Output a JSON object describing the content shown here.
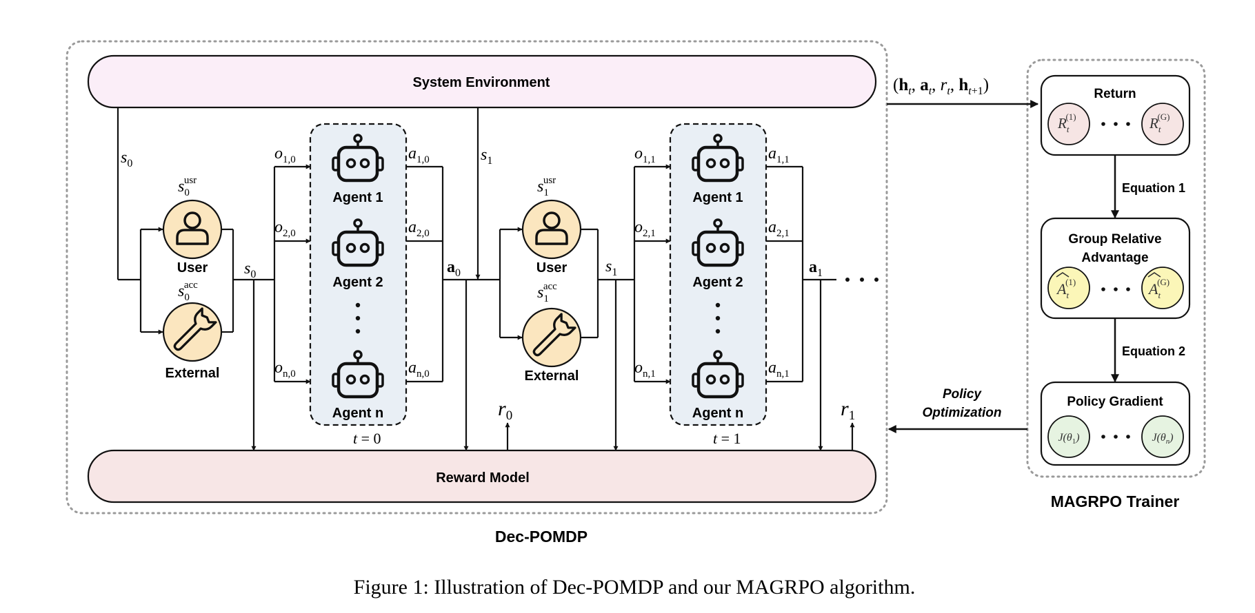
{
  "labels": {
    "system_environment": "System Environment",
    "reward_model": "Reward Model",
    "dec_pomdp": "Dec-POMDP",
    "trainer_title": "MAGRPO Trainer",
    "return_title": "Return",
    "group_adv_line1": "Group Relative",
    "group_adv_line2": "Advantage",
    "policy_gradient_title": "Policy Gradient",
    "equation1": "Equation 1",
    "equation2": "Equation 2",
    "policy_opt_line1": "Policy",
    "policy_opt_line2": "Optimization",
    "user": "User",
    "external": "External",
    "agent_1": "Agent 1",
    "agent_2": "Agent 2",
    "agent_n": "Agent n",
    "ellipsis": "· · ·",
    "caption": "Figure 1: Illustration of Dec-POMDP and our MAGRPO algorithm."
  },
  "math": {
    "transition": "(h_t, a_t, r_t, h_t+1)",
    "s0": "s_0",
    "s1": "s_1",
    "a0": "a_0",
    "a1": "a_1",
    "r0": "r_0",
    "r1": "r_1",
    "t0": "t = 0",
    "t1": "t = 1",
    "s0_usr": "s_0^usr",
    "s0_acc": "s_0^acc",
    "s1_usr": "s_1^usr",
    "s1_acc": "s_1^acc",
    "o_1_0": "o_1,0",
    "o_2_0": "o_2,0",
    "o_n_0": "o_n,0",
    "a_1_0": "a_1,0",
    "a_2_0": "a_2,0",
    "a_n_0": "a_n,0",
    "o_1_1": "o_1,1",
    "o_2_1": "o_2,1",
    "o_n_1": "o_n,1",
    "a_1_1": "a_1,1",
    "a_2_1": "a_2,1",
    "a_n_1": "a_n,1",
    "R1": "R_t^(1)",
    "RG": "R_t^(G)",
    "A1": "Â_t^(1)",
    "AG": "Â_t^(G)",
    "J1": "J(θ_1)",
    "Jn": "J(θ_n)"
  },
  "colors": {
    "env_fill": "#fbeef8",
    "reward_fill": "#f7e6e6",
    "agent_panel_fill": "#e9eff5",
    "user_circle_fill": "#fbe6bf",
    "return_circle_fill": "#f6e5e4",
    "adv_circle_fill": "#fbf6b8",
    "pg_circle_fill": "#e6f3e1",
    "line": "#111111",
    "dotted": "#9a9a9a"
  },
  "icons": {
    "user": "user-icon",
    "external": "wrench-icon",
    "agent": "robot-icon"
  }
}
